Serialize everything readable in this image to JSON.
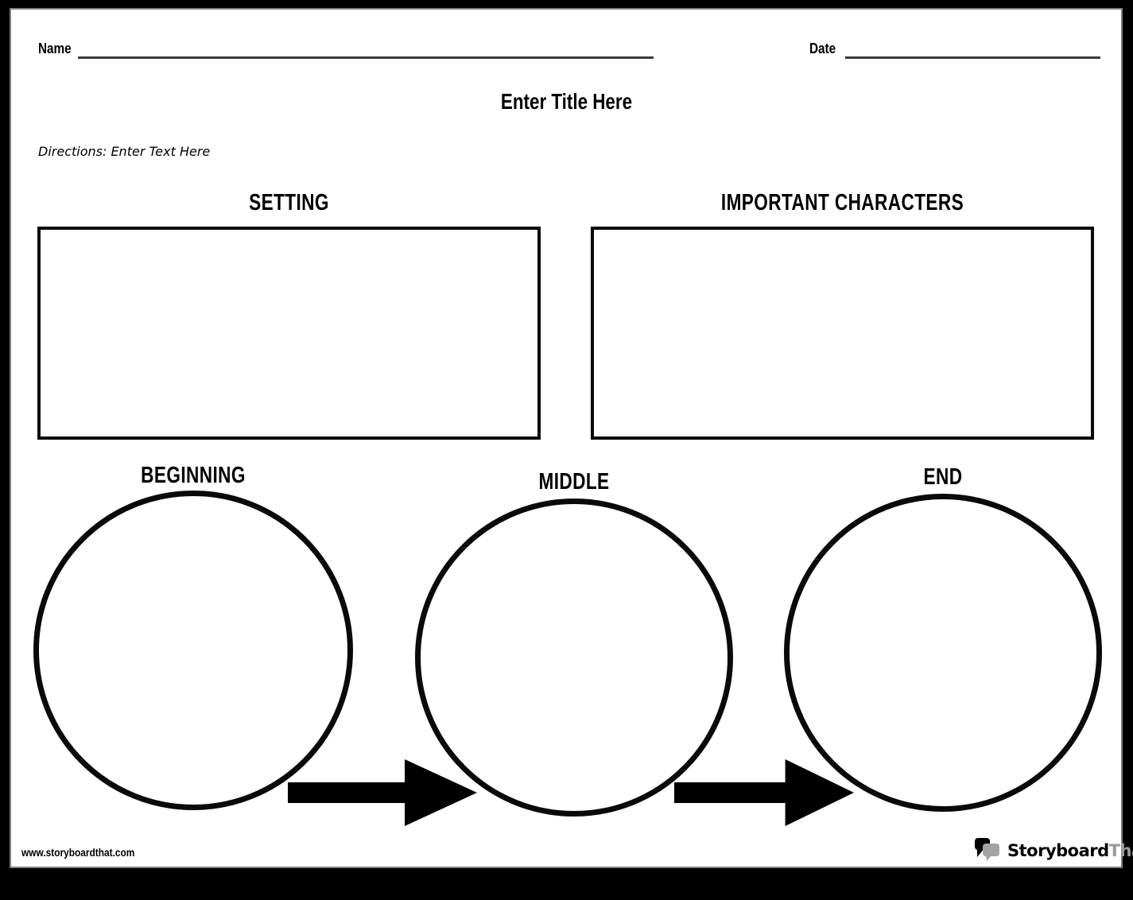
{
  "header": {
    "name_label": "Name",
    "date_label": "Date"
  },
  "title": "Enter Title Here",
  "directions": "Directions: Enter Text Here",
  "sections": {
    "setting_label": "SETTING",
    "characters_label": "IMPORTANT CHARACTERS",
    "beginning_label": "BEGINNING",
    "middle_label": "MIDDLE",
    "end_label": "END"
  },
  "footer": {
    "website": "www.storyboardthat.com",
    "logo_primary": "Storyboard",
    "logo_secondary": "That"
  },
  "colors": {
    "ink": "#000000",
    "underline": "#3c3c3c",
    "logo_gray": "#9a9a9a",
    "logo_bubble_gray": "#a3a3a3",
    "frame": "#000000"
  },
  "icons": {
    "logo_mark": "speech-bubbles-icon",
    "flow_arrow_1": "arrow-right-icon",
    "flow_arrow_2": "arrow-right-icon"
  }
}
